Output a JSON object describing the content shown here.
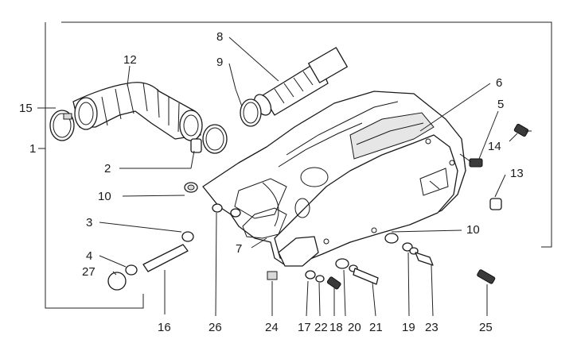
{
  "diagram": {
    "callouts": [
      {
        "id": "c1",
        "text": "1"
      },
      {
        "id": "c2",
        "text": "2"
      },
      {
        "id": "c3",
        "text": "3"
      },
      {
        "id": "c4",
        "text": "4"
      },
      {
        "id": "c5",
        "text": "5"
      },
      {
        "id": "c6",
        "text": "6"
      },
      {
        "id": "c7",
        "text": "7"
      },
      {
        "id": "c8",
        "text": "8"
      },
      {
        "id": "c9",
        "text": "9"
      },
      {
        "id": "c10a",
        "text": "10"
      },
      {
        "id": "c10b",
        "text": "10"
      },
      {
        "id": "c12",
        "text": "12"
      },
      {
        "id": "c13",
        "text": "13"
      },
      {
        "id": "c14",
        "text": "14"
      },
      {
        "id": "c15",
        "text": "15"
      },
      {
        "id": "c16",
        "text": "16"
      },
      {
        "id": "c17",
        "text": "17"
      },
      {
        "id": "c18",
        "text": "18"
      },
      {
        "id": "c19",
        "text": "19"
      },
      {
        "id": "c20",
        "text": "20"
      },
      {
        "id": "c21",
        "text": "21"
      },
      {
        "id": "c22",
        "text": "22"
      },
      {
        "id": "c23",
        "text": "23"
      },
      {
        "id": "c24",
        "text": "24"
      },
      {
        "id": "c25",
        "text": "25"
      },
      {
        "id": "c26",
        "text": "26"
      },
      {
        "id": "c27",
        "text": "27"
      }
    ]
  }
}
